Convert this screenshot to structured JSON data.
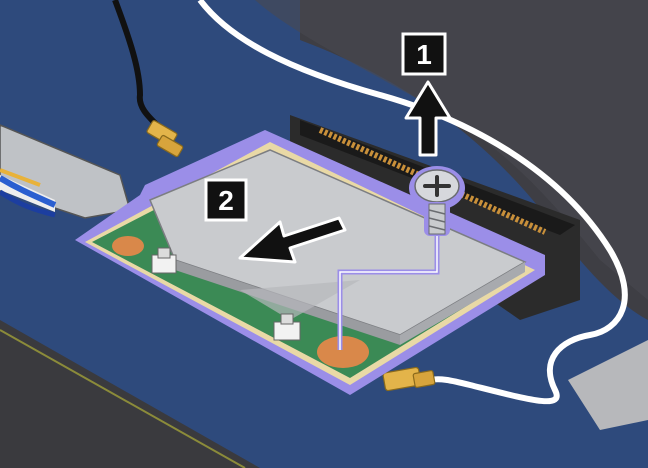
{
  "steps": [
    {
      "number": "1",
      "action": "remove-screw"
    },
    {
      "number": "2",
      "action": "slide-card-out"
    }
  ],
  "colors": {
    "board": "#2e4a7c",
    "board_dark": "#1f3460",
    "card_outline": "#9b8ee8",
    "shield": "#c9cbce",
    "shield_dark": "#9a9ca0",
    "pcb_green": "#3b8a55",
    "pad": "#d9884a",
    "connector": "#2b2b2b",
    "cable_white": "#ffffff",
    "cable_black": "#111111",
    "plug": "#e3b44a",
    "arrow": "#111111",
    "badge_bg": "#111111",
    "badge_text": "#ffffff",
    "chassis": "#3e3e44"
  },
  "icons": [
    "screw-icon",
    "arrow-up-icon",
    "arrow-left-icon",
    "antenna-connector-icon"
  ]
}
